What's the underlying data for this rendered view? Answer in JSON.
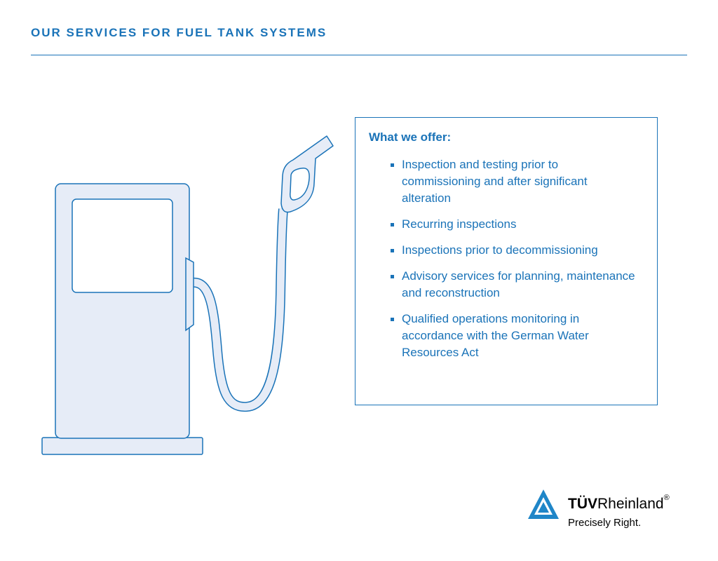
{
  "header": {
    "title": "OUR SERVICES FOR FUEL TANK SYSTEMS"
  },
  "offer": {
    "heading": "What we offer:",
    "items": [
      "Inspection and testing prior to commissioning and after significant alteration",
      "Recurring inspections",
      "Inspections prior to decommissioning",
      "Advisory services for planning, maintenance and reconstruction",
      "Qualified operations monitoring in accordance with the German Water Resources Act"
    ]
  },
  "logo": {
    "brand_bold": "TÜV",
    "brand_regular": "Rheinland",
    "registered_mark": "®",
    "tagline": "Precisely Right."
  },
  "colors": {
    "accent": "#1a73b8",
    "illustration_fill": "#e6ecf7",
    "illustration_stroke": "#1a73b8",
    "logo_triangle": "#1f86c8"
  },
  "icons": {
    "illustration": "fuel-pump-icon",
    "logo": "triangle-logo-icon"
  }
}
